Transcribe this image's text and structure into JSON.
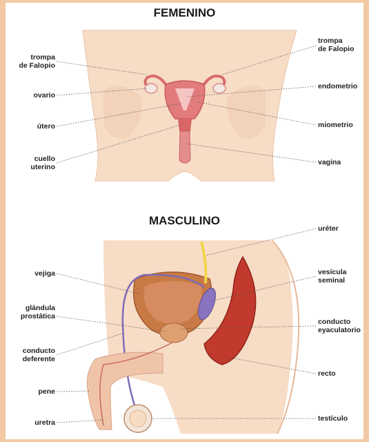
{
  "female": {
    "title": "FEMENINO",
    "labels": {
      "trompa_left": "trompa\nde Falopio",
      "ovario": "ovario",
      "utero": "útero",
      "cuello": "cuello\nuterino",
      "trompa_right": "trompa\nde Falopio",
      "endometrio": "endometrio",
      "miometrio": "miometrio",
      "vagina": "vagina"
    }
  },
  "male": {
    "title": "MASCULINO",
    "labels": {
      "vejiga": "vejiga",
      "glandula": "glándula\nprostática",
      "conducto_deferente": "conducto\ndeferente",
      "pene": "pene",
      "uretra": "uretra",
      "ureter": "uréter",
      "vesicula": "vesícula\nseminal",
      "conducto_eyaculatorio": "conducto\neyaculatorio",
      "recto": "recto",
      "testiculo": "testículo"
    }
  },
  "colors": {
    "skin": "#f6d6bd",
    "organ": "#d9605f",
    "bladder": "#c8743e",
    "rectum": "#c0392b",
    "duct": "#7d6bb5",
    "ureter": "#f2d44a"
  }
}
